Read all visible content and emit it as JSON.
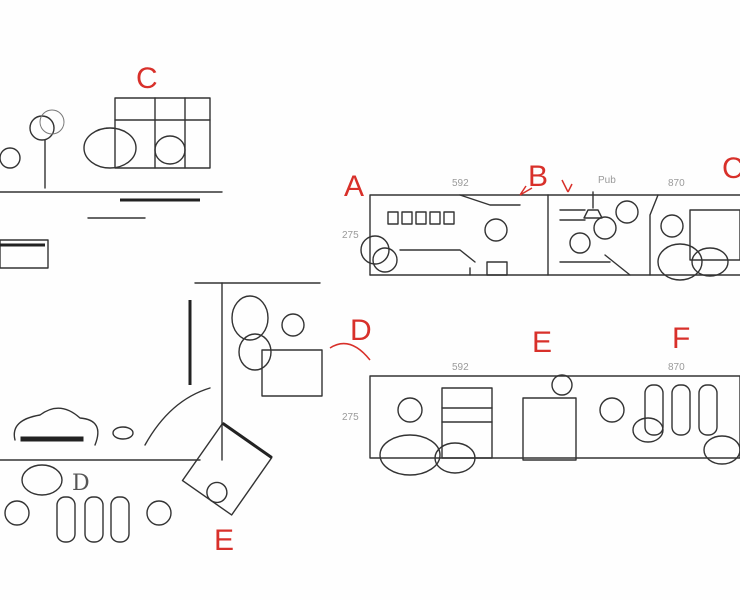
{
  "labels": {
    "top_left_c": "C",
    "row1_a": "A",
    "row1_b": "B",
    "row1_c": "C",
    "mid_d": "D",
    "row2_e": "E",
    "row2_f": "F",
    "bottom_left_e": "E",
    "bottom_left_d": "D",
    "sign_text": "Pub"
  },
  "dimensions": {
    "row1_width_a": "592",
    "row1_width_b": "870",
    "row1_height": "275",
    "row2_width_a": "592",
    "row2_width_b": "870",
    "row2_height": "275"
  },
  "colors": {
    "annotation": "#d8302a",
    "sketch": "#333333",
    "dimension": "#9a9a9a"
  }
}
